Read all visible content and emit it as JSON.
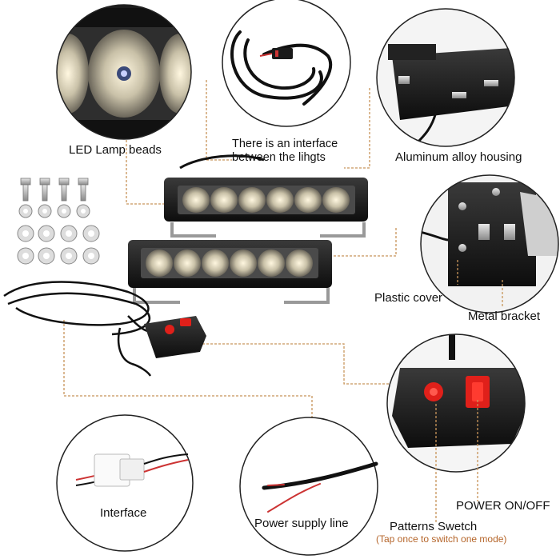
{
  "labels": {
    "led_lamp_beads": "LED Lamp beads",
    "interface_line1": "There is an interface",
    "interface_line2": "between the lihgts",
    "aluminum_housing": "Aluminum alloy housing",
    "plastic_cover": "Plastic cover",
    "metal_bracket": "Metal bracket",
    "interface": "Interface",
    "power_supply_line": "Power supply line",
    "patterns_switch": "Patterns Swetch",
    "patterns_note": "(Tap once to switch one mode)",
    "power_onoff": "POWER  ON/OFF"
  },
  "colors": {
    "leader_line": "#c8955a",
    "circle_border": "#222222",
    "switch_red": "#e0201a",
    "note_orange": "#b5652a"
  },
  "icons": [
    "led-lamp-bead-icon",
    "wire-harness-icon",
    "housing-icon",
    "bracket-icon",
    "connector-icon",
    "cable-icon",
    "switch-box-icon",
    "hardware-bolt-icon"
  ]
}
